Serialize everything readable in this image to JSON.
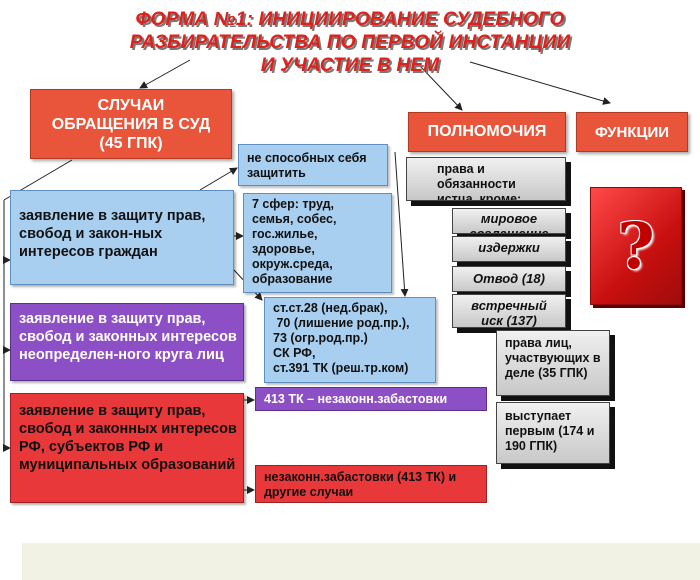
{
  "title": {
    "line1": "ФОРМА №1: ИНИЦИИРОВАНИЕ СУДЕБНОГО",
    "line2": "РАЗБИРАТЕЛЬСТВА ПО ПЕРВОЙ ИНСТАНЦИИ",
    "line3": "И УЧАСТИЕ В НЕМ"
  },
  "headers": {
    "cases_line1": "СЛУЧАИ",
    "cases_line2": "ОБРАЩЕНИЯ В СУД",
    "cases_line3": "(45 ГПК)",
    "powers": "ПОЛНОМОЧИЯ",
    "functions": "ФУНКЦИИ"
  },
  "claims": {
    "citizens": "заявление в защиту прав, свобод и закон-ных интересов граждан",
    "unlimited": "заявление в защиту прав, свобод и законных интересов неопределен-ного круга лиц",
    "rf": "заявление в защиту прав, свобод и законных интересов РФ, субъектов РФ и муниципальных образований"
  },
  "info": {
    "unable": "не способных себя защитить",
    "spheres_line1": "7 сфер: труд,",
    "spheres_line2": "семья, собес,",
    "spheres_line3": "гос.жилье,",
    "spheres_line4": "здоровье,",
    "spheres_line5": "окруж.среда,",
    "spheres_line6": "образование",
    "articles_line1": "ст.ст.28 (нед.брак),",
    "articles_line2": " 70 (лишение род.пр.),",
    "articles_line3": "73 (огр.род.пр.)",
    "articles_line4": "СК РФ,",
    "articles_line5": "ст.391 ТК (реш.тр.ком)",
    "strike1": "413 ТК  – незаконн.забастовки",
    "strike2": "незаконн.забастовки (413 ТК) и другие случаи"
  },
  "powers": {
    "rights": "права и обязанности истца, кроме:",
    "settle": "мировое соглашение",
    "costs": "издержки",
    "challenge": "Отвод (18)",
    "counter": "встречный иск (137)"
  },
  "functions": {
    "participants": "права лиц, участвующих в деле (35 ГПК)",
    "first": "выступает первым (174 и 190 ГПК)",
    "question": "?"
  }
}
